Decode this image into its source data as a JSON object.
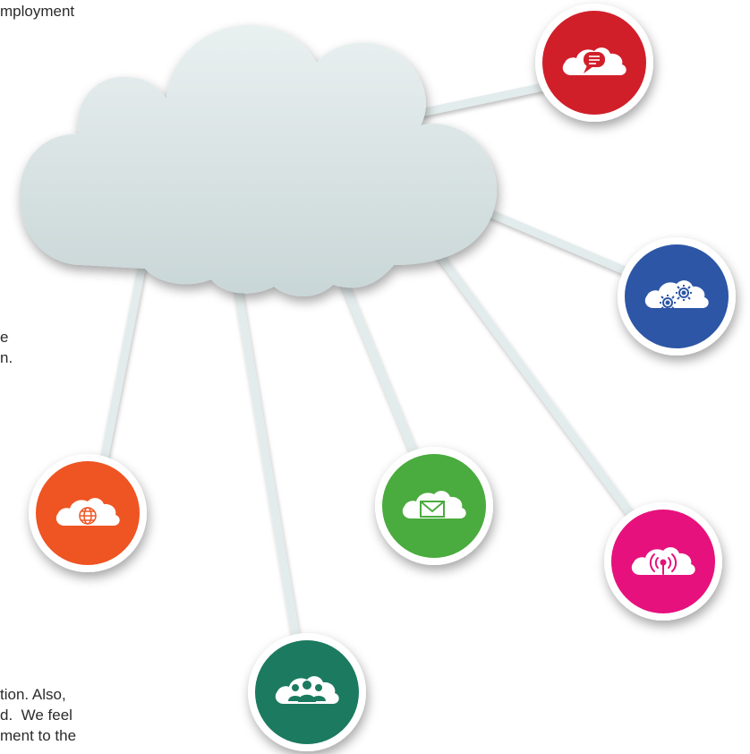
{
  "text_fragments": {
    "top": "mployment",
    "mid_line1": "e",
    "mid_line2": "n.",
    "bottom_line1": "tion. Also,",
    "bottom_line2": "d.  We feel",
    "bottom_line3": "ment to the"
  },
  "cloud": {
    "fill": "#d6e1e1",
    "connector_color": "#e3ecec"
  },
  "nodes": [
    {
      "icon": "chat-bubble-icon",
      "color": "#d11f2a"
    },
    {
      "icon": "gears-icon",
      "color": "#2d56a6"
    },
    {
      "icon": "wifi-signal-icon",
      "color": "#e6117d"
    },
    {
      "icon": "envelope-icon",
      "color": "#4aab3e"
    },
    {
      "icon": "people-group-icon",
      "color": "#1b7a5f"
    },
    {
      "icon": "globe-icon",
      "color": "#ef5423"
    }
  ]
}
